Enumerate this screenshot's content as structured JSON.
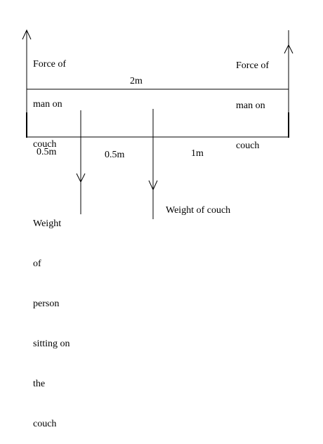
{
  "labels": {
    "force_left": [
      "Force of",
      "man on",
      "couch"
    ],
    "force_right": [
      "Force of",
      "man on",
      "couch"
    ],
    "couch_length": "2m",
    "dist_left": "0.5m",
    "dist_middle": "0.5m",
    "dist_right": "1m",
    "person_weight": [
      "Weight",
      "of",
      "person",
      "sitting on",
      "the",
      "couch"
    ],
    "couch_weight": "Weight of couch"
  }
}
